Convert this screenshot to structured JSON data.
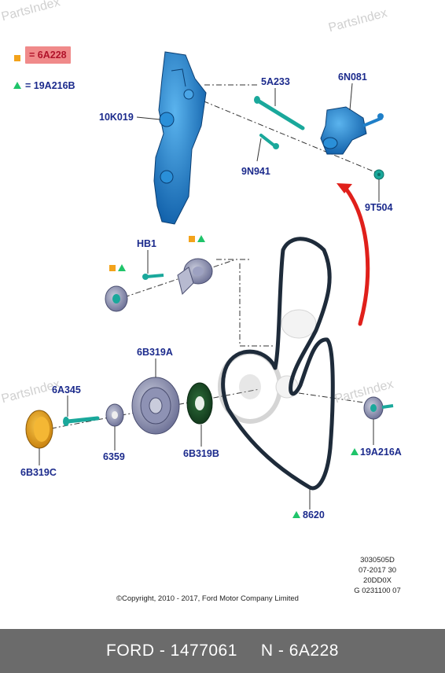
{
  "watermarks": [
    "PartsIndex",
    "PartsIndex",
    "PartsIndex",
    "PartsIndex"
  ],
  "legend": {
    "square_label": "= 6A228",
    "triangle_label": "= 19A216B",
    "square_color": "#f3a31b",
    "triangle_color": "#1fc46a",
    "highlight_color": "#f08a8a"
  },
  "callouts": {
    "c10K019": "10K019",
    "c5A233": "5A233",
    "c6N081": "6N081",
    "c9N941": "9N941",
    "c9T504": "9T504",
    "cHB1": "HB1",
    "c6B319A": "6B319A",
    "c6A345": "6A345",
    "c6359": "6359",
    "c6B319B": "6B319B",
    "c6B319C": "6B319C",
    "c19A216A": "19A216A",
    "c8620": "8620"
  },
  "info_block": [
    "3030505D",
    "07-2017 30",
    "20DD0X",
    "G 0231100 07"
  ],
  "copyright": "©Copyright, 2010 - 2017, Ford Motor Company Limited",
  "footer": {
    "part_ref": "FORD - 1477061",
    "part_number": "N - 6A228"
  },
  "colors": {
    "part_blue": "#1f7fc8",
    "belt": "#1e2b3a",
    "arrow": "#e0201b",
    "label": "#1b2a8c"
  }
}
